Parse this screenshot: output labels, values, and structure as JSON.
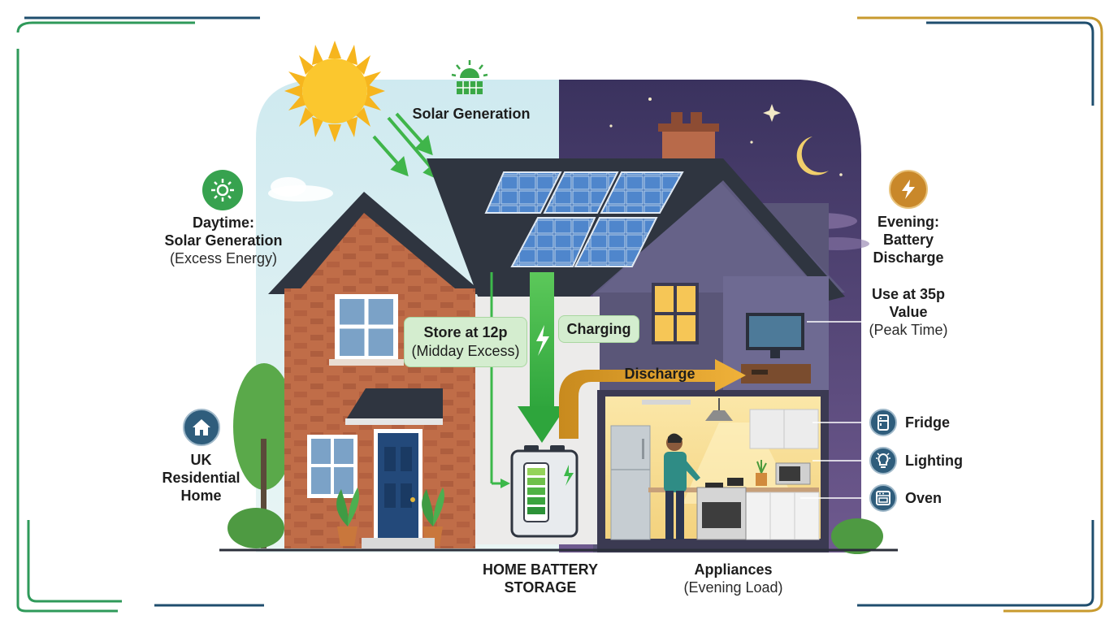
{
  "labels": {
    "solar_generation": "Solar Generation",
    "daytime_title": "Daytime:",
    "daytime_sub": "Solar Generation",
    "daytime_note": "(Excess Energy)",
    "evening_title1": "Evening:",
    "evening_title2": "Battery",
    "evening_title3": "Discharge",
    "use_title1": "Use at 35p",
    "use_title2": "Value",
    "use_note": "(Peak Time)",
    "home_title1": "UK",
    "home_title2": "Residential",
    "home_title3": "Home",
    "store_title": "Store at 12p",
    "store_note": "(Midday Excess)",
    "charging": "Charging",
    "discharge": "Discharge",
    "battery_title1": "HOME BATTERY",
    "battery_title2": "STORAGE",
    "appliances_title": "Appliances",
    "appliances_note": "(Evening Load)"
  },
  "appliances": [
    {
      "label": "Fridge",
      "icon": "fridge-icon"
    },
    {
      "label": "Lighting",
      "icon": "lightbulb-icon"
    },
    {
      "label": "Oven",
      "icon": "oven-icon"
    }
  ],
  "colors": {
    "day_sky": "#d9eff3",
    "night_sky": "#4a3f73",
    "green_flow": "#3cb84a",
    "orange_flow": "#e0a126",
    "brick": "#b5613f",
    "roof": "#2f3540",
    "frame_green": "#2f9a5a",
    "frame_blue": "#1f4e6e",
    "frame_gold": "#c89a2e"
  }
}
